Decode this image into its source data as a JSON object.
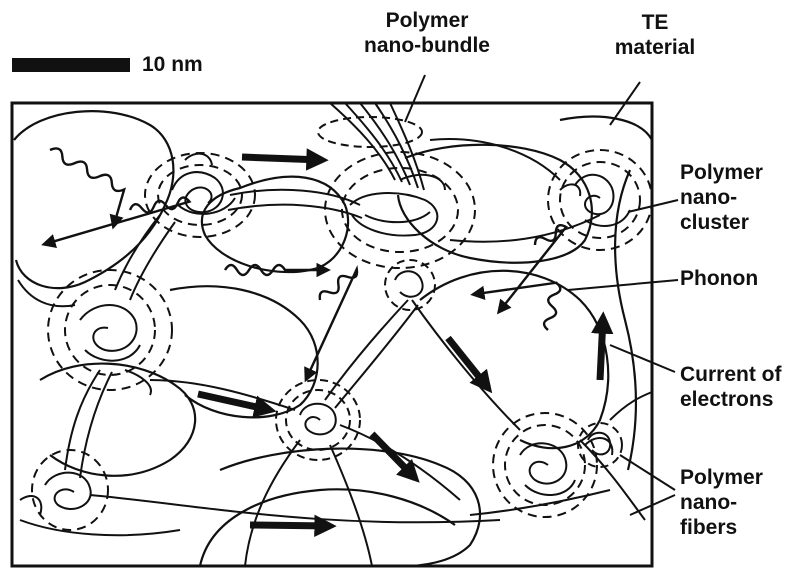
{
  "scale_bar": {
    "label": "10 nm"
  },
  "labels": {
    "polymer_nano_bundle": [
      "Polymer",
      "nano-bundle"
    ],
    "te_material": [
      "TE",
      "material"
    ],
    "polymer_nano_cluster": [
      "Polymer",
      "nano-",
      "cluster"
    ],
    "phonon": [
      "Phonon"
    ],
    "current_of_electrons": [
      "Current of",
      "electrons"
    ],
    "polymer_nano_fibers": [
      "Polymer",
      "nano-",
      "fibers"
    ]
  },
  "colors": {
    "ink": "#111111",
    "background": "#ffffff"
  }
}
